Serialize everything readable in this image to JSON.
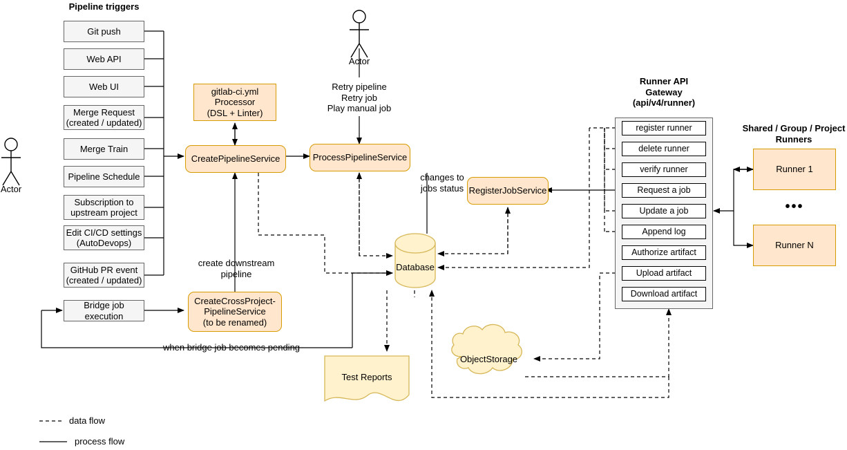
{
  "diagram": {
    "title_pipeline_triggers": "Pipeline triggers",
    "legend": {
      "data_flow": "data flow",
      "process_flow": "process flow"
    },
    "colors": {
      "service_fill": "#ffe6cc",
      "service_border": "#d79b00",
      "trigger_fill": "#f5f5f5",
      "trigger_border": "#666666",
      "storage_fill": "#fff2cc",
      "storage_border": "#d6b656",
      "line": "#000000"
    }
  },
  "actors": {
    "left": "Actor",
    "top": "Actor"
  },
  "triggers": [
    {
      "label": "Git push"
    },
    {
      "label": "Web API"
    },
    {
      "label": "Web UI"
    },
    {
      "label": "Merge Request\n(created / updated)"
    },
    {
      "label": "Merge Train"
    },
    {
      "label": "Pipeline Schedule"
    },
    {
      "label": "Subscription to\nupstream project"
    },
    {
      "label": "Edit CI/CD settings\n(AutoDevops)"
    },
    {
      "label": "GitHub PR event\n(created / updated)"
    },
    {
      "label": "Bridge job execution"
    }
  ],
  "services": {
    "yml_processor": "gitlab-ci.yml\nProcessor\n(DSL + Linter)",
    "create_pipeline": "CreatePipelineService",
    "process_pipeline": "ProcessPipelineService",
    "register_job": "RegisterJobService",
    "cross_project": "CreateCrossProject-\nPipelineService\n(to be renamed)"
  },
  "storage": {
    "database": "Database",
    "test_reports": "Test Reports",
    "object_storage": "ObjectStorage"
  },
  "edge_labels": {
    "retry": "Retry pipeline\nRetry job\nPlay manual job",
    "changes_to_jobs_status": "changes to\njobs status",
    "create_downstream": "create downstream\npipeline",
    "bridge_pending": "when bridge job becomes pending"
  },
  "runner_api": {
    "title": "Runner API\nGateway\n(api/v4/runner)",
    "endpoints": [
      {
        "label": "register runner"
      },
      {
        "label": "delete runner"
      },
      {
        "label": "verify runner"
      },
      {
        "label": "Request a job"
      },
      {
        "label": "Update a job"
      },
      {
        "label": "Append log"
      },
      {
        "label": "Authorize artifact"
      },
      {
        "label": "Upload artifact"
      },
      {
        "label": "Download artifact"
      }
    ]
  },
  "runners": {
    "title": "Shared / Group / Project\nRunners",
    "items": [
      {
        "label": "Runner 1"
      },
      {
        "label": "Runner N"
      }
    ],
    "ellipsis": "•••"
  }
}
